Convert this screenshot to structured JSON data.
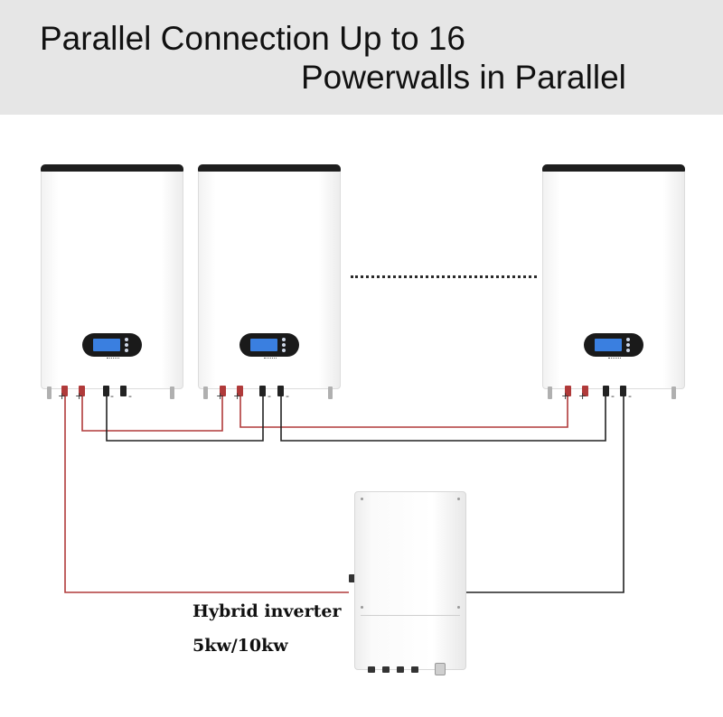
{
  "header": {
    "line1": "Parallel Connection Up to 16",
    "line2": "Powerwalls in Parallel"
  },
  "batteries": [
    {
      "name": "battery-1"
    },
    {
      "name": "battery-2"
    },
    {
      "name": "battery-3"
    }
  ],
  "terminal_labels": {
    "positive": "+",
    "negative": "-"
  },
  "inverter": {
    "label_line1": "Hybrid inverter",
    "label_line2": "5kw/10kw"
  },
  "colors": {
    "header_bg": "#e6e6e6",
    "positive_wire": "#b03a3a",
    "negative_wire": "#222222",
    "display_screen": "#3a7fe0"
  }
}
